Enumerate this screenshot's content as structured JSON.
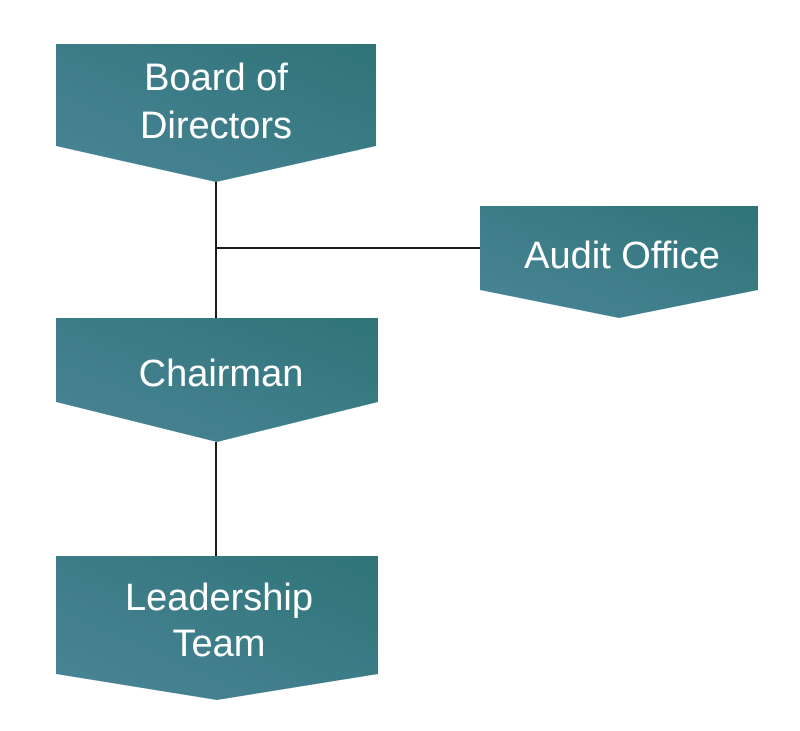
{
  "colors": {
    "node_fill_start": "#4a8597",
    "node_fill_end": "#2f7478",
    "connector": "#1a1a1a",
    "label": "#ffffff"
  },
  "nodes": {
    "board": {
      "lines": [
        "Board of",
        "Directors"
      ]
    },
    "audit": {
      "lines": [
        "Audit Office"
      ]
    },
    "chairman": {
      "lines": [
        "Chairman"
      ]
    },
    "leadership": {
      "lines": [
        "Leadership",
        "Team"
      ]
    }
  }
}
